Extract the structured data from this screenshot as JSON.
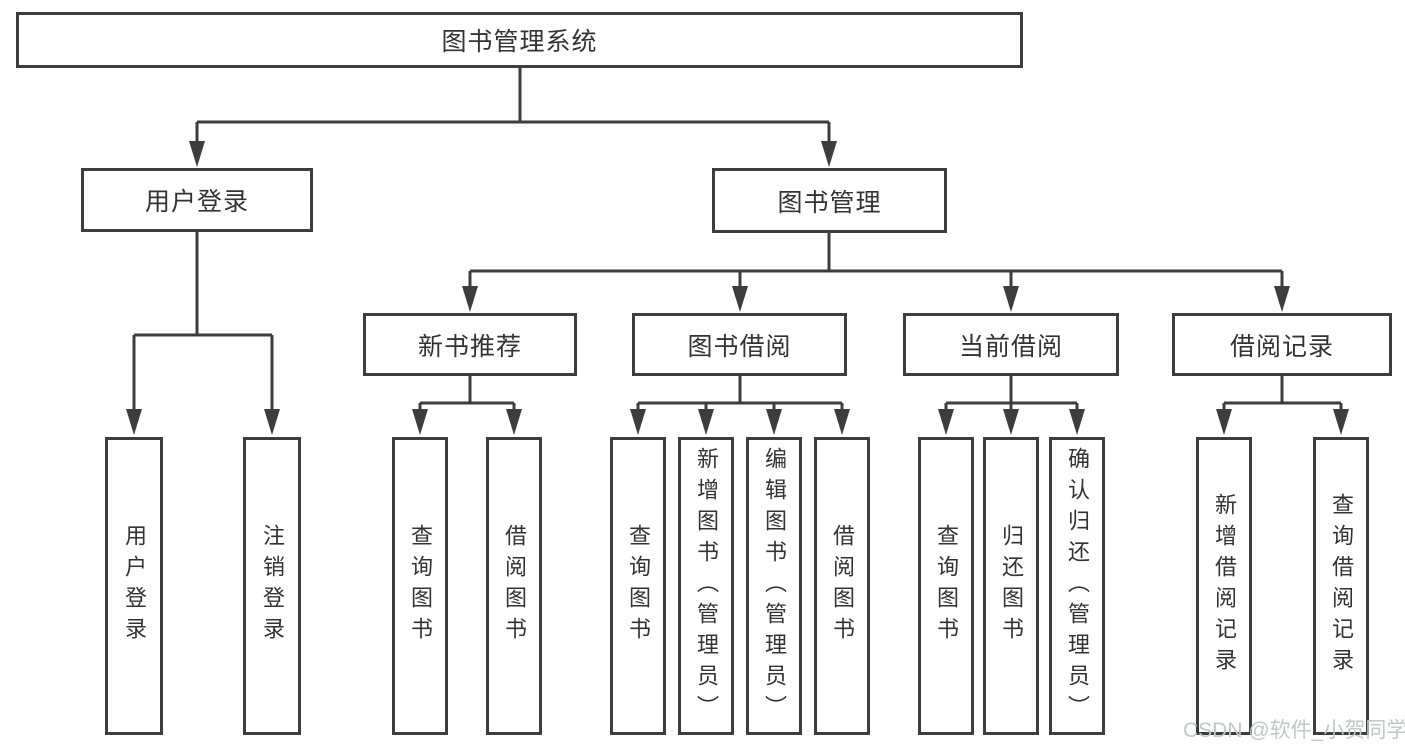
{
  "diagram": {
    "root": {
      "label": "图书管理系统"
    },
    "branches": [
      {
        "label": "用户登录"
      },
      {
        "label": "图书管理"
      }
    ],
    "modules": [
      {
        "label": "新书推荐"
      },
      {
        "label": "图书借阅"
      },
      {
        "label": "当前借阅"
      },
      {
        "label": "借阅记录"
      }
    ],
    "leaves": {
      "user_login": [
        {
          "label": "用户登录"
        },
        {
          "label": "注销登录"
        }
      ],
      "new_book": [
        {
          "label": "查询图书"
        },
        {
          "label": "借阅图书"
        }
      ],
      "book_borrow": [
        {
          "label": "查询图书"
        },
        {
          "label": "新增图书（管理员）"
        },
        {
          "label": "编辑图书（管理员）"
        },
        {
          "label": "借阅图书"
        }
      ],
      "current_borrow": [
        {
          "label": "查询图书"
        },
        {
          "label": "归还图书"
        },
        {
          "label": "确认归还（管理员）"
        }
      ],
      "borrow_record": [
        {
          "label": "新增借阅记录"
        },
        {
          "label": "查询借阅记录"
        }
      ]
    }
  },
  "watermark": {
    "text": "CSDN @软件_小贺同学"
  },
  "colors": {
    "line": "#3d3d3d",
    "text": "#333333",
    "watermark": "#c3c6ca",
    "background": "#ffffff"
  }
}
